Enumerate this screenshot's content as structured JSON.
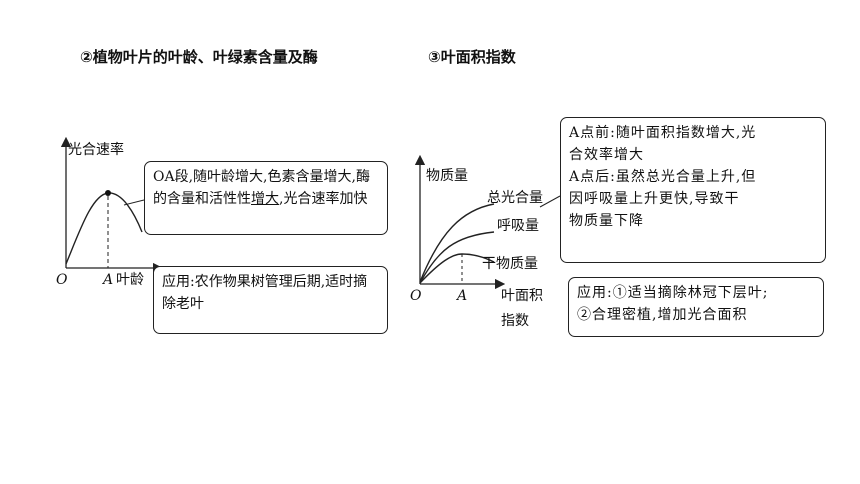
{
  "headings": {
    "left": "②植物叶片的叶龄、叶绿素含量及酶",
    "right": "③叶面积指数"
  },
  "left_chart": {
    "y_label": "光合速率",
    "origin": "O",
    "x_tick": "A",
    "x_label": "叶龄",
    "note_box": {
      "pre": "OA段,随叶龄增大,色素含量增大,酶的含量和活性性",
      "underlined": "增大",
      "post": ",光合速率加快"
    },
    "app_box": "应用:农作物果树管理后期,适时摘除老叶"
  },
  "right_chart": {
    "y_label": "物质量",
    "origin": "O",
    "x_tick": "A",
    "x_label_line1": "叶面积",
    "x_label_line2": "指数",
    "curve_labels": [
      "总光合量",
      "呼吸量",
      "干物质量"
    ],
    "note_box": "A点前:随叶面积指数增大,光合效率增大\nA点后:虽然总光合量上升,但因呼吸量上升更快,导致干物质量下降",
    "note_line1": "A点前:随叶面积指数增大,光",
    "note_line2": "合效率增大",
    "note_line3": "A点后:虽然总光合量上升,但",
    "note_line4": "因呼吸量上升更快,导致干",
    "note_line5": "物质量下降",
    "app_line1": "应用:①适当摘除林冠下层叶;",
    "app_line2": "②合理密植,增加光合面积"
  },
  "colors": {
    "line": "#222222",
    "background": "#ffffff"
  }
}
